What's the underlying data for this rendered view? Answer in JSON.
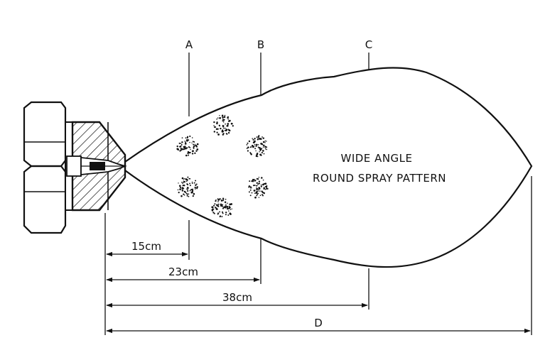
{
  "diagram": {
    "ink_color": "#111111",
    "background": "#ffffff",
    "section_labels": [
      "A",
      "B",
      "C"
    ],
    "title_line_1": "WIDE ANGLE",
    "title_line_2": "ROUND SPRAY PATTERN",
    "dimensions": {
      "a": "15cm",
      "b": "23cm",
      "c": "38cm",
      "d": "D"
    }
  }
}
